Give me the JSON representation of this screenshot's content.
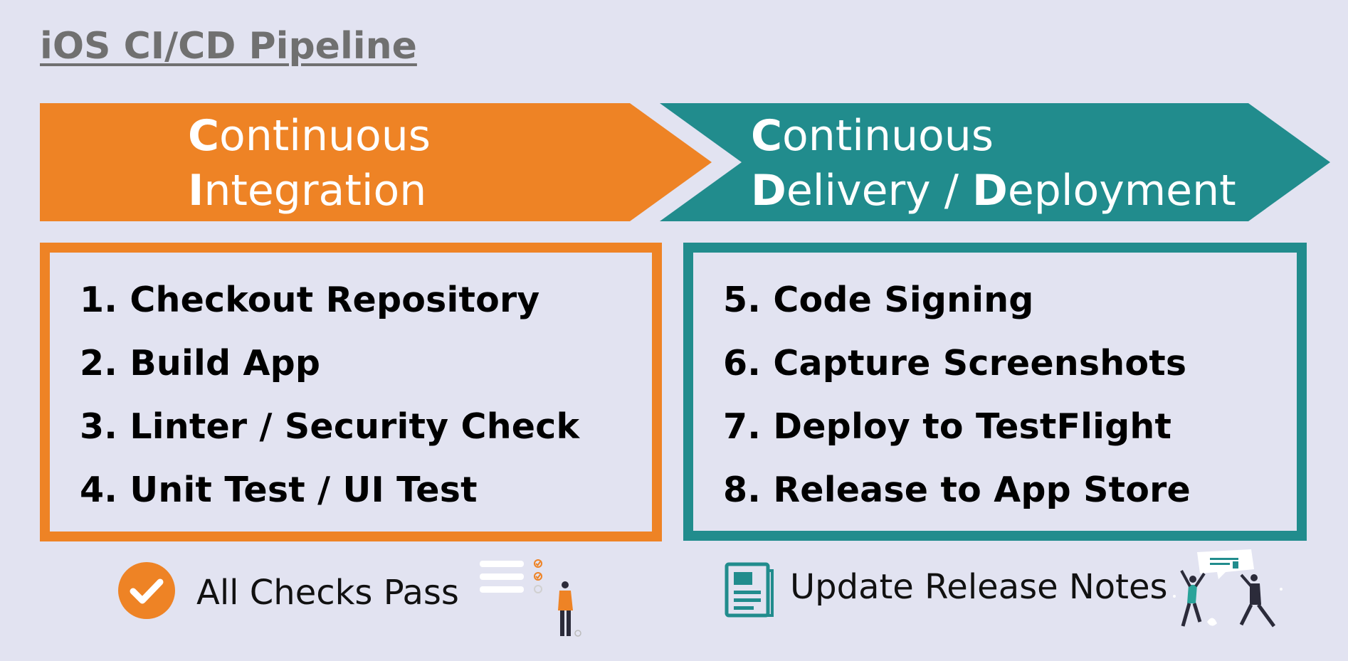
{
  "title": "iOS CI/CD Pipeline",
  "colors": {
    "ci": "#ee8325",
    "cd": "#218c8d",
    "background": "#e2e3f1"
  },
  "ci": {
    "line1": {
      "initial": "C",
      "rest": "ontinuous"
    },
    "line2": {
      "initial": "I",
      "rest": "ntegration"
    },
    "steps": [
      "1. Checkout Repository",
      "2. Build App",
      "3. Linter / Security Check",
      "4. Unit Test / UI Test"
    ],
    "footer": {
      "icon": "check-circle-icon",
      "label": "All Checks Pass"
    }
  },
  "cd": {
    "line1": {
      "initial": "C",
      "rest": "ontinuous"
    },
    "line2": {
      "initial_1": "D",
      "rest_1": "elivery / ",
      "initial_2": "D",
      "rest_2": "eployment"
    },
    "steps": [
      "5. Code Signing",
      "6. Capture Screenshots",
      "7. Deploy to TestFlight",
      "8. Release to App Store"
    ],
    "footer": {
      "icon": "document-icon",
      "label": "Update Release Notes"
    }
  }
}
